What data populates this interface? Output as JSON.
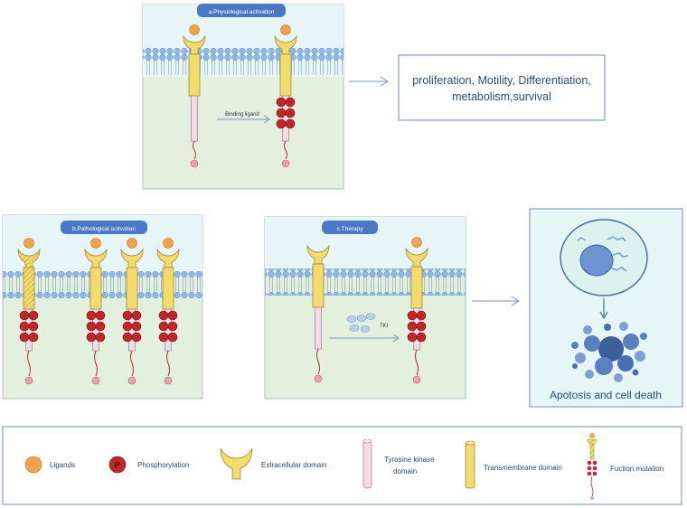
{
  "panel_a": {
    "title": "a.Physiological activation",
    "arrow_label": "Binding ligand"
  },
  "outcome": {
    "line1": "proliferation, Motility, Differentiation,",
    "line2": "metabolism,survival"
  },
  "panel_b": {
    "title": "b.Pathological activation"
  },
  "panel_c": {
    "title": "c.Therapy",
    "drug_label": "TKI"
  },
  "panel_d": {
    "caption": "Apotosis and cell death"
  },
  "legend": {
    "ligands": "Ligands",
    "phosphorylation_symbol": "P",
    "phosphorylation": "Phosphorylation",
    "extracellular": "Extracellular domain",
    "tyrosine_kinase_line1": "Tyrosine kinase",
    "tyrosine_kinase_line2": "domain",
    "transmembrane": "Transmembrane domain",
    "mutation": "Fuction mutation"
  },
  "colors": {
    "ligand": "#f0a34e",
    "phospho": "#c0262a",
    "receptor": "#f3db6e",
    "kinase": "#f4dce6",
    "membrane_head": "#8fb6e6",
    "panel_top": "#e6f5f5",
    "panel_bottom": "#e3f0de",
    "title_box": "#4a78c9",
    "cell_fill": "#dcf2ef",
    "nucleus": "#6d93d1"
  }
}
